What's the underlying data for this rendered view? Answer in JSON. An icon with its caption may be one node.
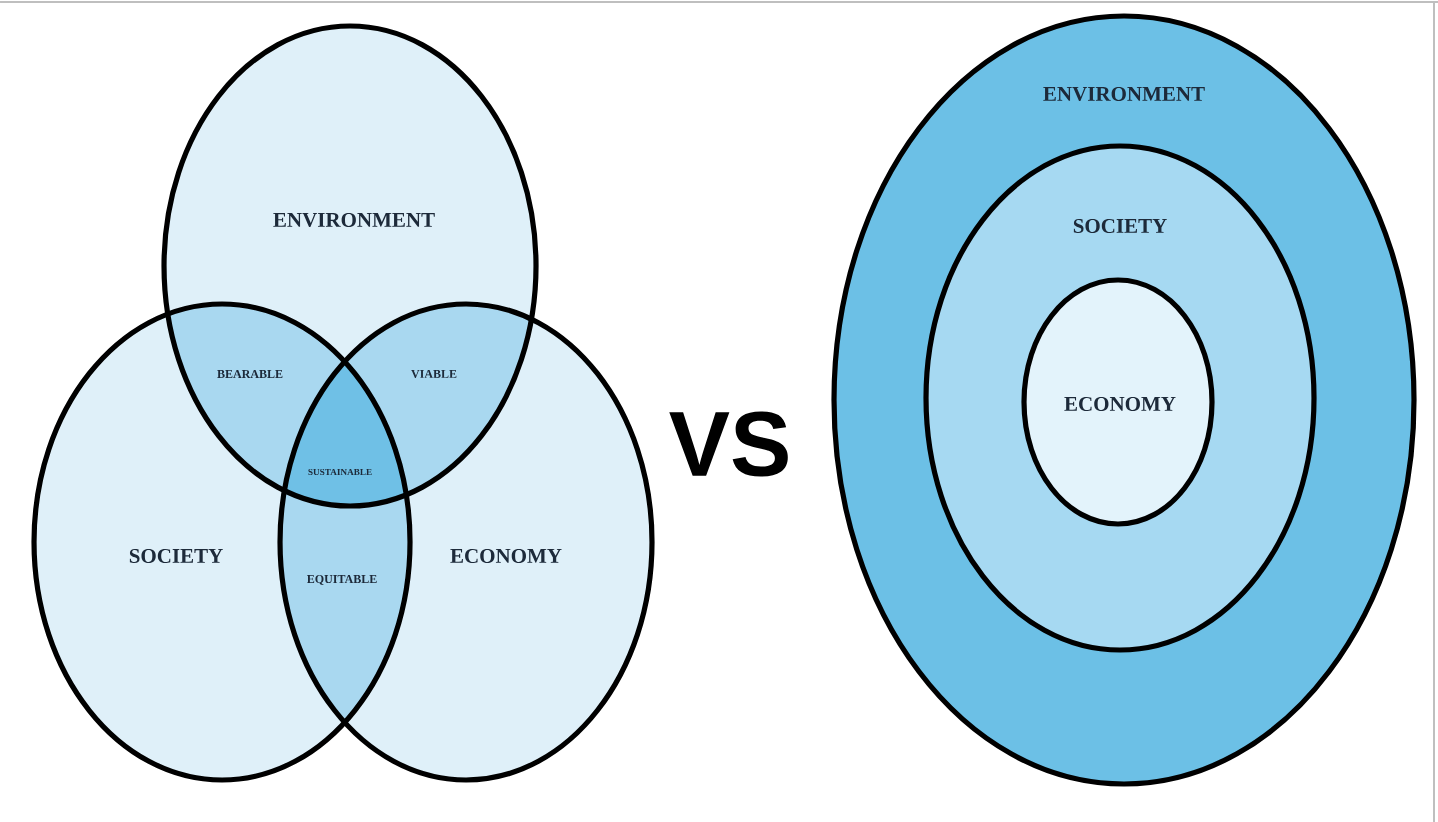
{
  "diagram": {
    "nodes": [
      {
        "text": [
          "ENVIRONMENT"
        ]
      },
      {
        "text": [
          "SOCIETY"
        ]
      },
      {
        "text": [
          "ECONOMY"
        ]
      },
      {
        "text": [
          "ENVIRONMENT"
        ]
      },
      {
        "text": [
          "SOCIETY"
        ],
        "in": 3
      },
      {
        "text": [
          "ECONOMY"
        ],
        "in": 4
      }
    ],
    "labels": [
      "BEARABLE",
      "VIABLE",
      "SUSTAINABLE",
      "EQUITABLE",
      "VS"
    ]
  }
}
